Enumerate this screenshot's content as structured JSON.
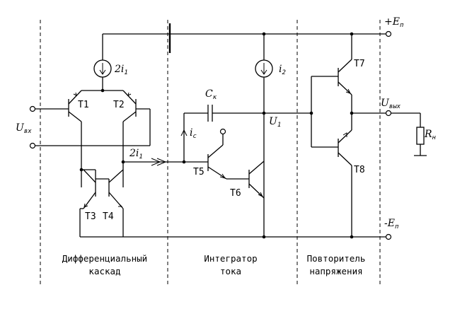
{
  "supply": {
    "positive": "+E",
    "positive_sub": "п",
    "negative": "-E",
    "negative_sub": "п"
  },
  "inputs": {
    "label": "U",
    "label_sub": "вх"
  },
  "output": {
    "label": "U",
    "label_sub": "вых"
  },
  "node_u1": {
    "label": "U",
    "label_sub": "1"
  },
  "current_sources": {
    "source1": {
      "coef": "2",
      "name": "i",
      "sub": "1"
    },
    "source2": {
      "name": "i",
      "sub": "2"
    }
  },
  "diff_current": {
    "coef": "2",
    "name": "i",
    "sub": "1"
  },
  "capacitor": {
    "name": "C",
    "sub": "к"
  },
  "cap_current": {
    "name": "i",
    "sub": "c"
  },
  "load": {
    "name": "R",
    "sub": "н"
  },
  "transistors": {
    "t1": "T1",
    "t2": "T2",
    "t3": "T3",
    "t4": "T4",
    "t5": "T5",
    "t6": "T6",
    "t7": "T7",
    "t8": "T8"
  },
  "sections": {
    "diff_line1": "Дифференциальный",
    "diff_line2": "каскад",
    "integ_line1": "Интегратор",
    "integ_line2": "тока",
    "follow_line1": "Повторитель",
    "follow_line2": "напряжения"
  }
}
